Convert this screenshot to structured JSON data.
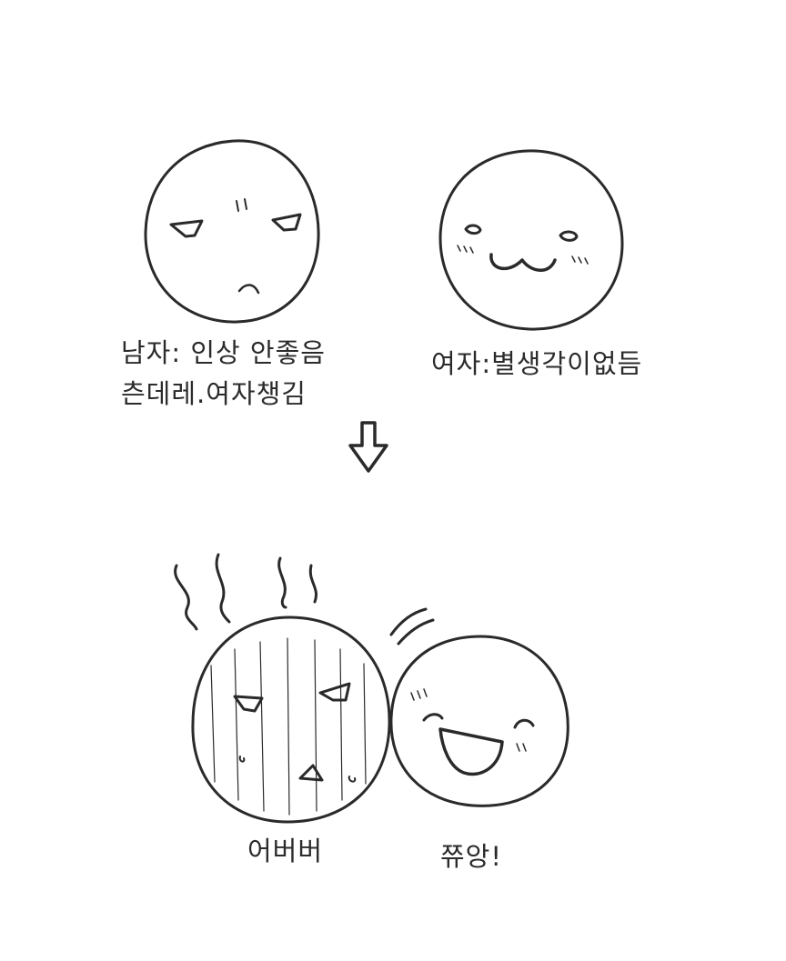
{
  "captions": {
    "man_line1": "남자: 인상 안좋음",
    "man_line2": "츤데레.여자챙김",
    "woman": "여자:별생각이없듬",
    "man_sound": "어버버",
    "woman_sound": "쮸앙!"
  },
  "colors": {
    "ink": "#2a2a2a",
    "background": "#ffffff",
    "shading": "#9a9a9a"
  }
}
